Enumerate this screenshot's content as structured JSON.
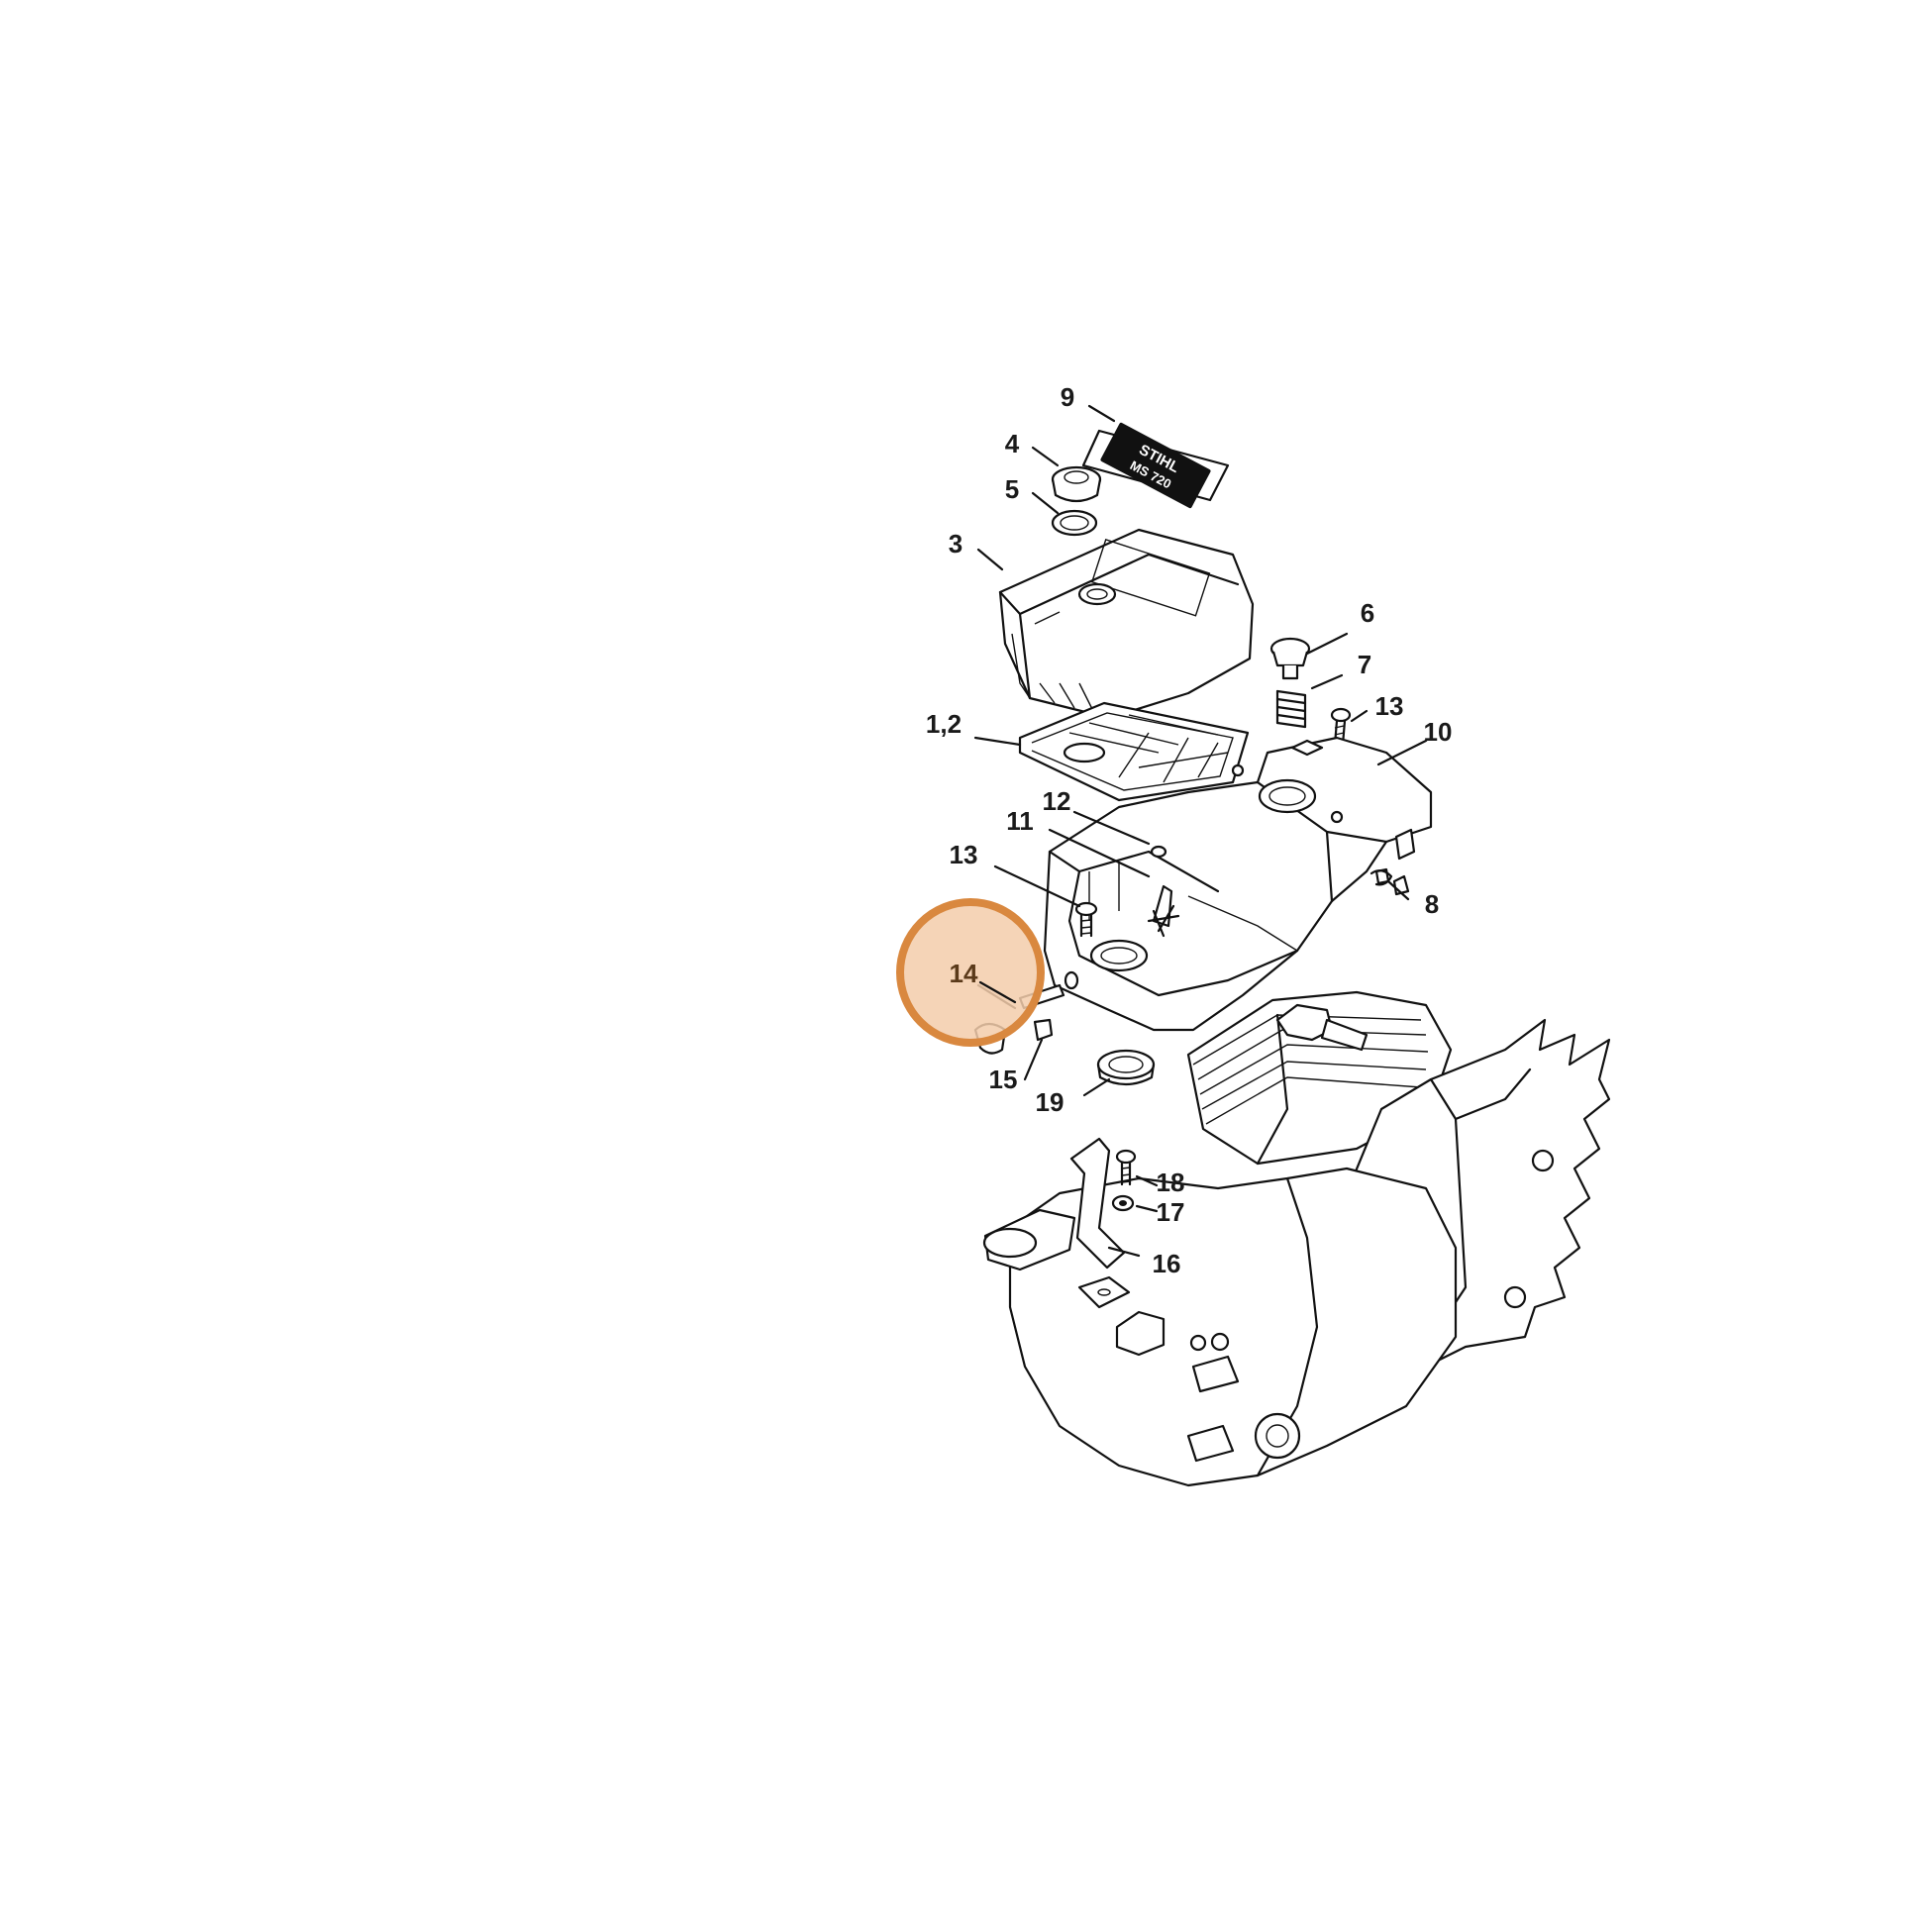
{
  "callouts": [
    {
      "id": "9",
      "label": "9"
    },
    {
      "id": "4",
      "label": "4"
    },
    {
      "id": "5",
      "label": "5"
    },
    {
      "id": "3",
      "label": "3"
    },
    {
      "id": "6",
      "label": "6"
    },
    {
      "id": "7",
      "label": "7"
    },
    {
      "id": "13a",
      "label": "13"
    },
    {
      "id": "10",
      "label": "10"
    },
    {
      "id": "1-2",
      "label": "1,2"
    },
    {
      "id": "12",
      "label": "12"
    },
    {
      "id": "11",
      "label": "11"
    },
    {
      "id": "13b",
      "label": "13"
    },
    {
      "id": "8",
      "label": "8"
    },
    {
      "id": "14",
      "label": "14"
    },
    {
      "id": "15",
      "label": "15"
    },
    {
      "id": "19",
      "label": "19"
    },
    {
      "id": "18",
      "label": "18"
    },
    {
      "id": "17",
      "label": "17"
    },
    {
      "id": "16",
      "label": "16"
    }
  ],
  "highlight": {
    "label": "14",
    "color": "#d9883f",
    "fill": "#f3cdaa"
  },
  "decal": {
    "brand": "STIHL",
    "model": "MS 720"
  }
}
